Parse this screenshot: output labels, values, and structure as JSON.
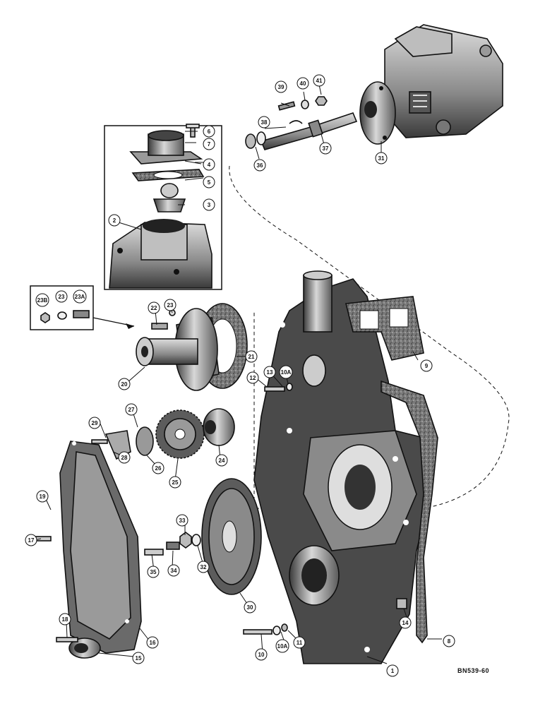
{
  "figure_code": "BN539-60",
  "callouts": [
    {
      "id": "c1",
      "label": "1"
    },
    {
      "id": "c2",
      "label": "2"
    },
    {
      "id": "c3",
      "label": "3"
    },
    {
      "id": "c4",
      "label": "4"
    },
    {
      "id": "c5",
      "label": "5"
    },
    {
      "id": "c6",
      "label": "6"
    },
    {
      "id": "c7",
      "label": "7"
    },
    {
      "id": "c8",
      "label": "8"
    },
    {
      "id": "c9",
      "label": "9"
    },
    {
      "id": "c10",
      "label": "10"
    },
    {
      "id": "c10A",
      "label": "10A"
    },
    {
      "id": "c11",
      "label": "11"
    },
    {
      "id": "c12",
      "label": "12"
    },
    {
      "id": "c13",
      "label": "13"
    },
    {
      "id": "c10Ab",
      "label": "10A"
    },
    {
      "id": "c14",
      "label": "14"
    },
    {
      "id": "c15",
      "label": "15"
    },
    {
      "id": "c16",
      "label": "16"
    },
    {
      "id": "c17",
      "label": "17"
    },
    {
      "id": "c18",
      "label": "18"
    },
    {
      "id": "c19",
      "label": "19"
    },
    {
      "id": "c20",
      "label": "20"
    },
    {
      "id": "c21",
      "label": "21"
    },
    {
      "id": "c22",
      "label": "22"
    },
    {
      "id": "c23",
      "label": "23"
    },
    {
      "id": "c23B",
      "label": "23B"
    },
    {
      "id": "c23b",
      "label": "23"
    },
    {
      "id": "c23A",
      "label": "23A"
    },
    {
      "id": "c24",
      "label": "24"
    },
    {
      "id": "c25",
      "label": "25"
    },
    {
      "id": "c26",
      "label": "26"
    },
    {
      "id": "c27",
      "label": "27"
    },
    {
      "id": "c28",
      "label": "28"
    },
    {
      "id": "c29",
      "label": "29"
    },
    {
      "id": "c30",
      "label": "30"
    },
    {
      "id": "c31",
      "label": "31"
    },
    {
      "id": "c32",
      "label": "32"
    },
    {
      "id": "c33",
      "label": "33"
    },
    {
      "id": "c34",
      "label": "34"
    },
    {
      "id": "c35",
      "label": "35"
    },
    {
      "id": "c36",
      "label": "36"
    },
    {
      "id": "c37",
      "label": "37"
    },
    {
      "id": "c38",
      "label": "38"
    },
    {
      "id": "c39",
      "label": "39"
    },
    {
      "id": "c40",
      "label": "40"
    },
    {
      "id": "c41",
      "label": "41"
    }
  ],
  "colors": {
    "ink": "#111111",
    "casting_dark": "#4a4a4a",
    "casting_mid": "#8a8a8a",
    "casting_light": "#c8c8c8",
    "highlight": "#ffffff",
    "gasket": "#6e6e6e"
  }
}
